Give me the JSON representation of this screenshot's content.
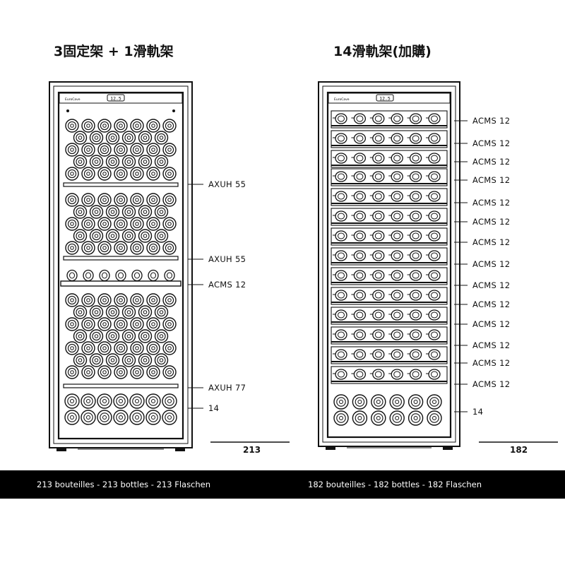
{
  "left": {
    "title": "3固定架 + 1滑軌架",
    "brand": "EuroCave",
    "display": "12.5",
    "total": "213",
    "footer": "213 bouteilles - 213 bottles - 213 Flaschen",
    "labels": [
      "AXUH 55",
      "AXUH 55",
      "ACMS 12",
      "AXUH 77",
      "14"
    ]
  },
  "right": {
    "title": "14滑軌架(加購)",
    "brand": "EuroCave",
    "display": "12.5",
    "total": "182",
    "footer": "182 bouteilles - 182 bottles - 182 Flaschen",
    "labels": [
      "ACMS 12",
      "ACMS 12",
      "ACMS 12",
      "ACMS 12",
      "ACMS 12",
      "ACMS 12",
      "ACMS 12",
      "ACMS 12",
      "ACMS 12",
      "ACMS 12",
      "ACMS 12",
      "ACMS 12",
      "ACMS 12",
      "ACMS 12",
      "14"
    ]
  },
  "colors": {
    "line": "#111111",
    "footer_bg": "#000000",
    "footer_text": "#ffffff"
  }
}
